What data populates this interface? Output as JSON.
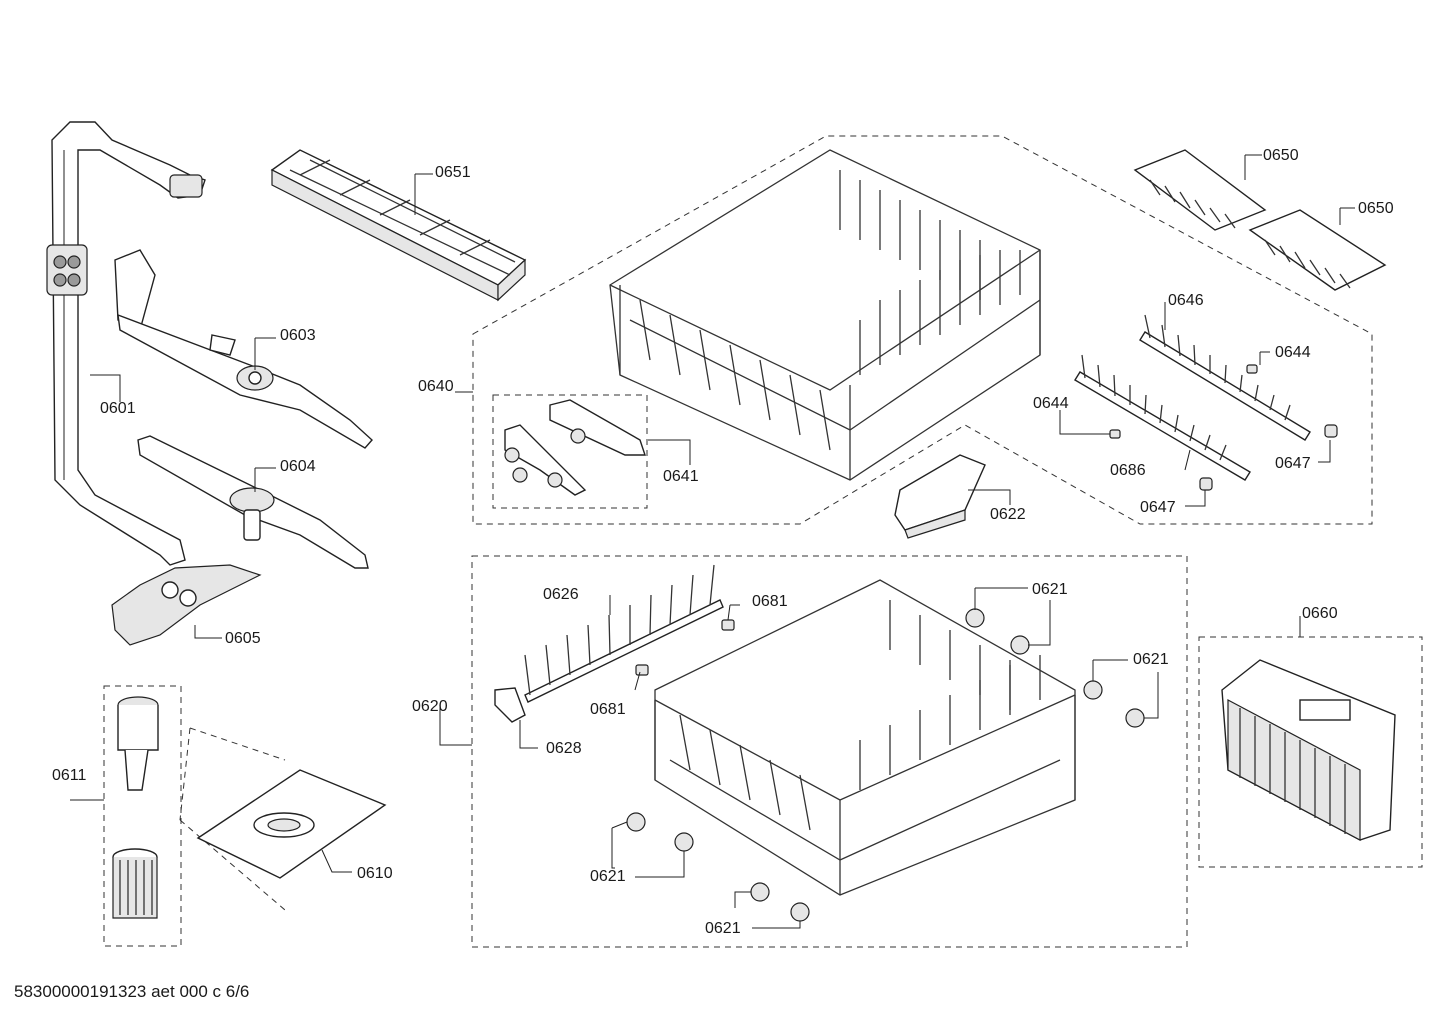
{
  "labels": {
    "p0601": "0601",
    "p0603": "0603",
    "p0604": "0604",
    "p0605": "0605",
    "p0610": "0610",
    "p0611": "0611",
    "p0620": "0620",
    "p0621a": "0621",
    "p0621b": "0621",
    "p0621c": "0621",
    "p0621d": "0621",
    "p0622": "0622",
    "p0626": "0626",
    "p0628": "0628",
    "p0640": "0640",
    "p0641": "0641",
    "p0644a": "0644",
    "p0644b": "0644",
    "p0646": "0646",
    "p0647a": "0647",
    "p0647b": "0647",
    "p0650a": "0650",
    "p0650b": "0650",
    "p0651": "0651",
    "p0660": "0660",
    "p0681a": "0681",
    "p0681b": "0681",
    "p0686": "0686"
  },
  "document_code": "58300000191323 aet 000 c 6/6"
}
